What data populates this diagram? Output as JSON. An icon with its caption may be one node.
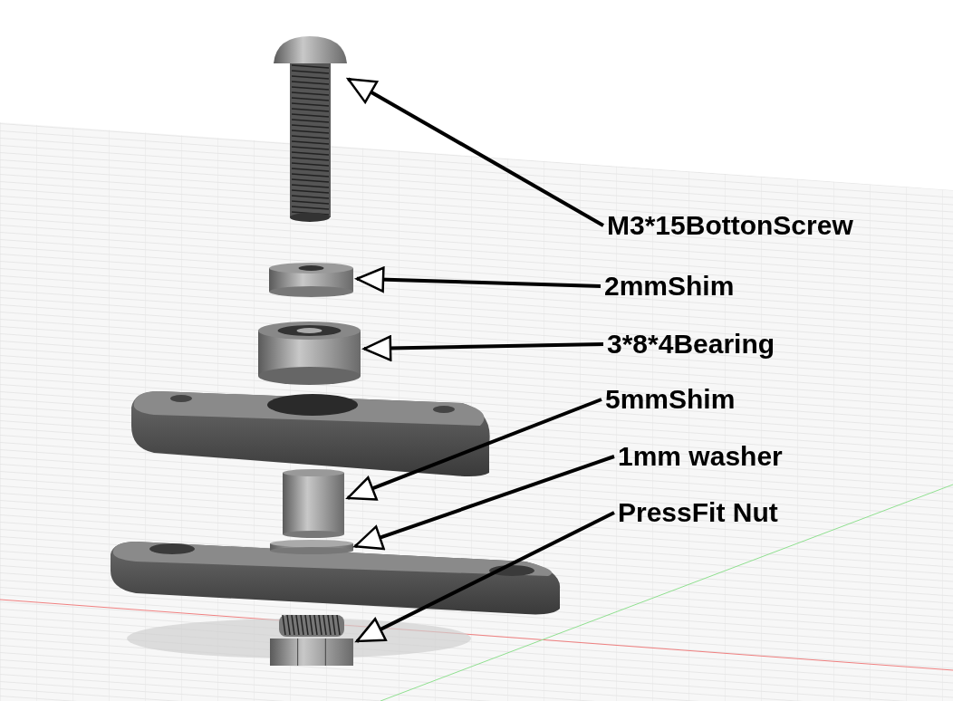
{
  "diagram": {
    "nodes": [
      {
        "text": [
          "M3*15BottonScrew"
        ]
      },
      {
        "text": [
          "2mmShim"
        ]
      },
      {
        "text": [
          "3*8*4Bearing"
        ]
      },
      {
        "text": [
          "5mmShim"
        ]
      },
      {
        "text": [
          "1mm washer"
        ]
      },
      {
        "text": [
          "PressFit Nut"
        ]
      },
      {
        "text": [],
        "shape": "picture"
      },
      {
        "text": [],
        "shape": "picture"
      },
      {
        "text": [],
        "shape": "picture"
      },
      {
        "text": [],
        "shape": "picture"
      },
      {
        "text": [],
        "shape": "picture"
      },
      {
        "text": [],
        "shape": "picture"
      }
    ],
    "edges": [
      {
        "from": 0,
        "to": 6,
        "arrow": "to"
      },
      {
        "from": 1,
        "to": 7,
        "arrow": "to"
      },
      {
        "from": 2,
        "to": 8,
        "arrow": "to"
      },
      {
        "from": 3,
        "to": 9,
        "arrow": "to"
      },
      {
        "from": 4,
        "to": 10,
        "arrow": "to"
      },
      {
        "from": 5,
        "to": 11,
        "arrow": "to"
      }
    ]
  }
}
